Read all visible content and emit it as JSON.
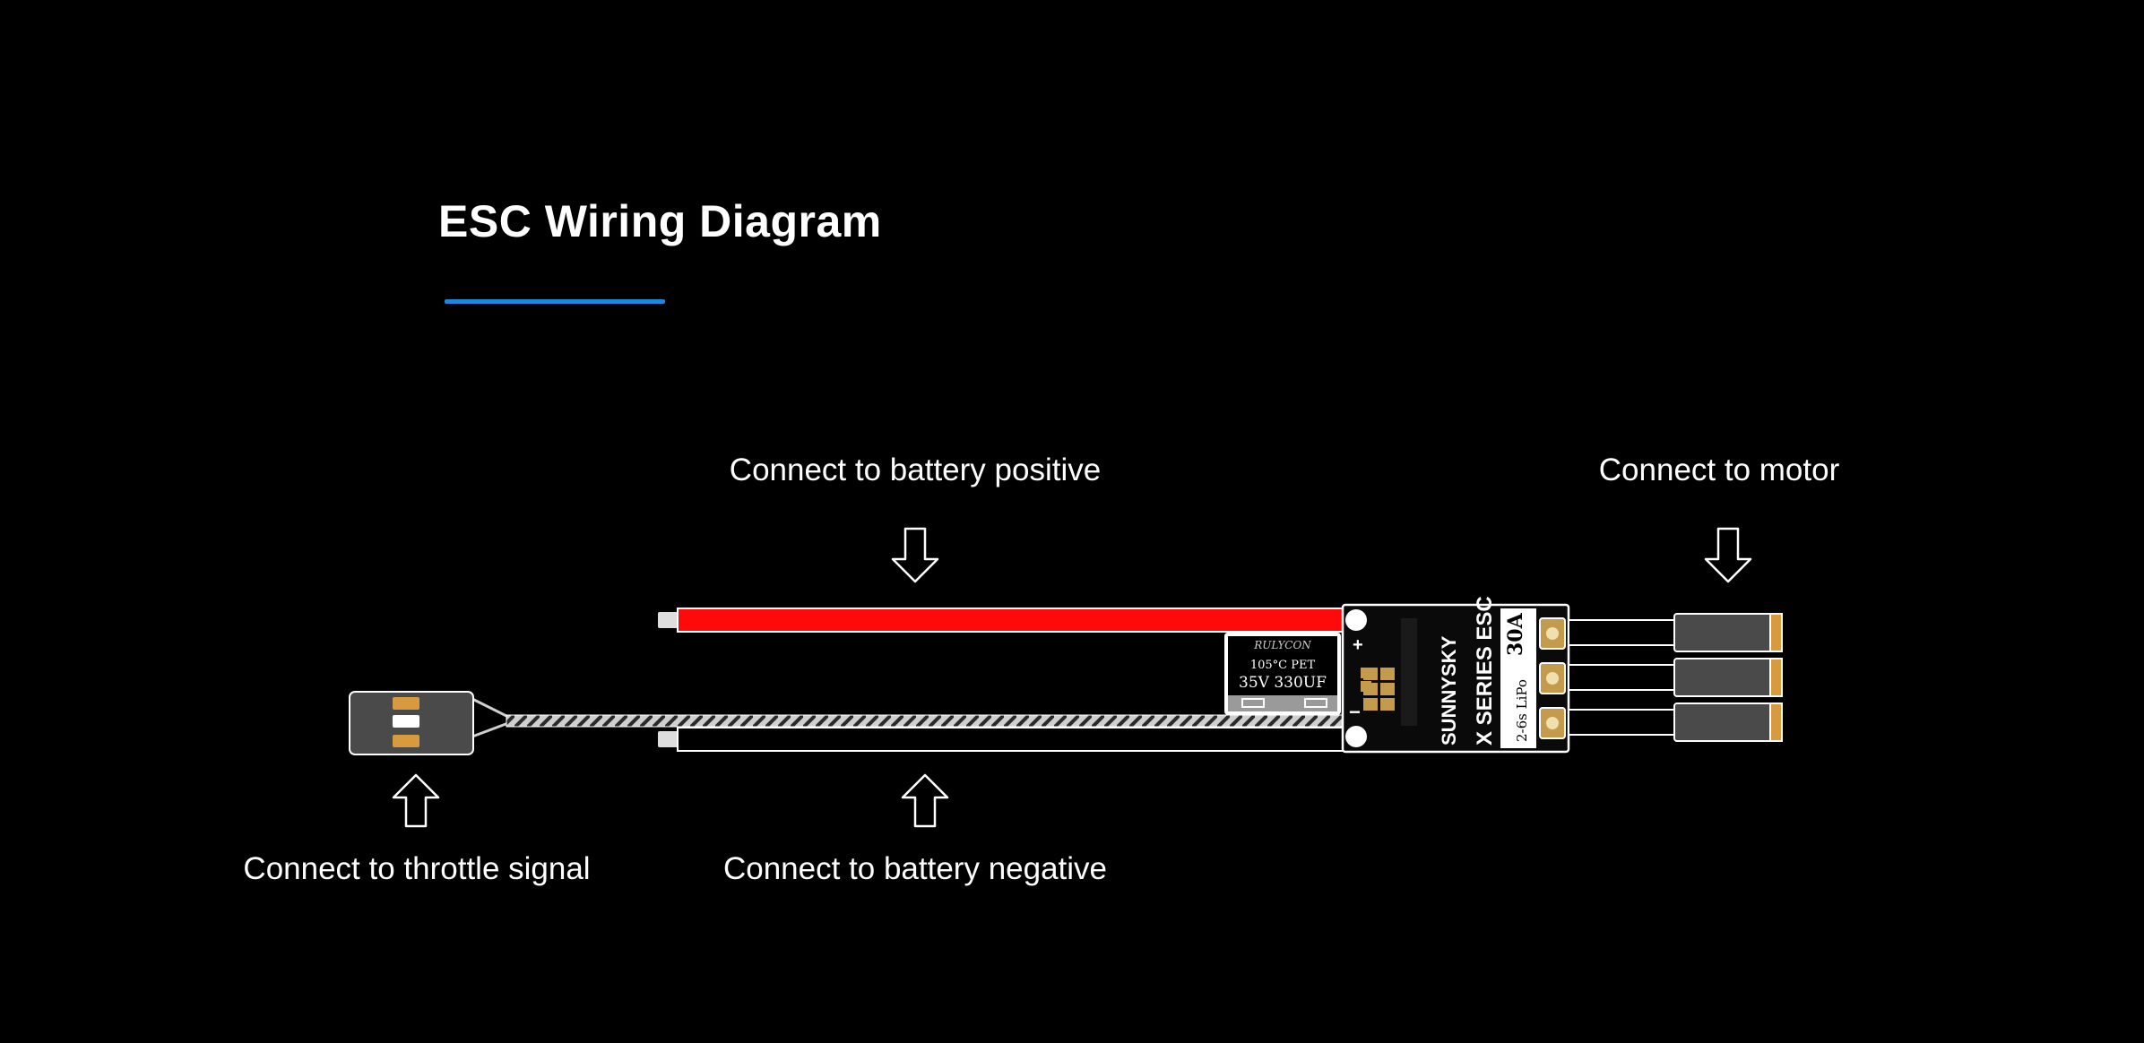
{
  "page": {
    "title": "ESC Wiring Diagram",
    "accent_color": "#1f86e0",
    "background_color": "#000000"
  },
  "labels": {
    "battery_positive": "Connect to battery positive",
    "motor": "Connect to motor",
    "throttle_signal": "Connect to throttle signal",
    "battery_negative": "Connect to battery negative"
  },
  "esc": {
    "brand": "SUNNYSKY",
    "series": "X SERIES ESC",
    "current_rating": "30A",
    "cell_range": "2-6s LiPo",
    "capacitor_top": "105°C  PET",
    "capacitor_rating": "35V 330UF",
    "capacitor_brand": "RULYCON",
    "positive_mark": "+",
    "negative_mark": "−"
  },
  "colors": {
    "positive_wire": "#ff0a0a",
    "negative_wire": "#000000",
    "esc_body": "#0a0a0a",
    "connector": "#4a4a4a",
    "solder_pad": "#c49a4c"
  }
}
